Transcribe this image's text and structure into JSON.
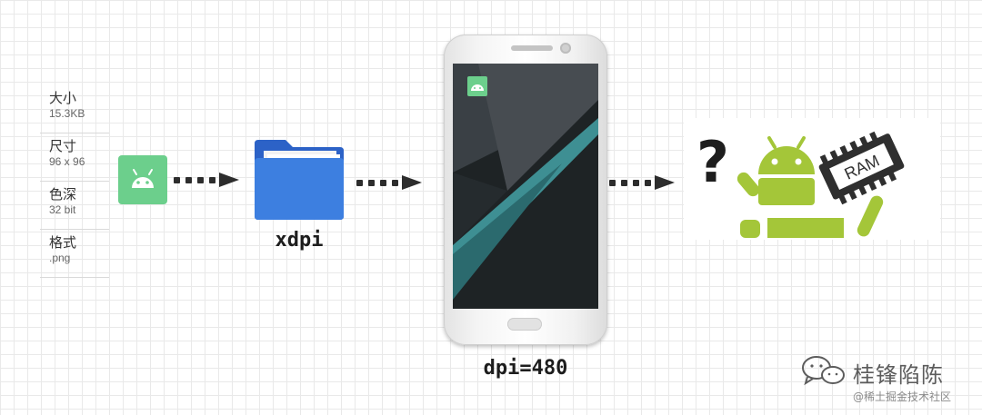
{
  "file_info": [
    {
      "label": "大小",
      "value": "15.3KB"
    },
    {
      "label": "尺寸",
      "value": "96 x 96"
    },
    {
      "label": "色深",
      "value": "32 bit"
    },
    {
      "label": "格式",
      "value": ".png"
    }
  ],
  "folder": {
    "label": "xdpi"
  },
  "phone": {
    "label": "dpi=480"
  },
  "result": {
    "question_mark": "?",
    "chip_label": "RAM"
  },
  "watermark": {
    "name": "桂锋陷陈",
    "sub": "@稀土掘金技术社区"
  },
  "colors": {
    "android_green": "#a4c639",
    "icon_bg": "#6ccf8c",
    "folder_blue": "#3d7fe0",
    "arrow": "#2d2d2d"
  }
}
